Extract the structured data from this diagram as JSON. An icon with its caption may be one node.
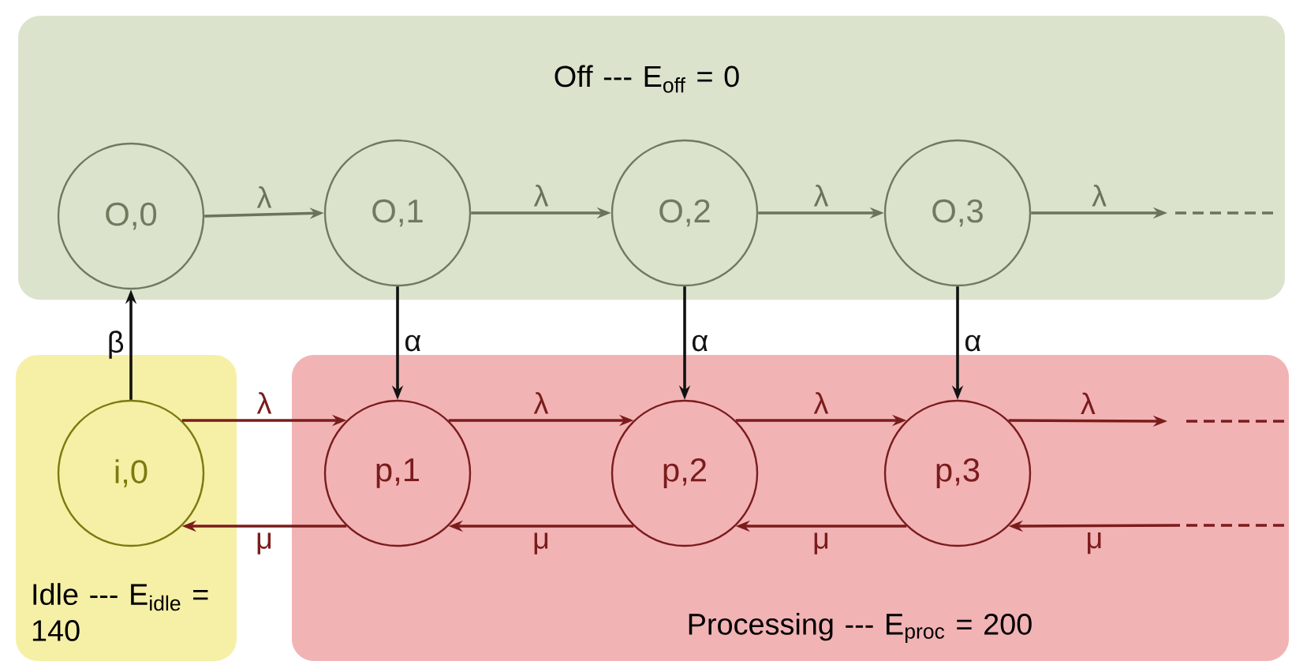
{
  "diagram": {
    "nodes": [
      {
        "text": [
          "Off --- E$_{off}$ = 0"
        ]
      },
      {
        "text": [
          "O,0"
        ],
        "in": 0
      },
      {
        "text": [
          "O,1"
        ],
        "in": 0
      },
      {
        "text": [
          "O,2"
        ],
        "in": 0
      },
      {
        "text": [
          "O,3"
        ],
        "in": 0
      },
      {
        "text": [
          "Idle --- E$_{idle}$ = 140"
        ]
      },
      {
        "text": [
          "i,0"
        ],
        "in": 5
      },
      {
        "text": [
          "Processing --- E$_{proc}$ = 200"
        ]
      },
      {
        "text": [
          "p,1"
        ],
        "in": 7
      },
      {
        "text": [
          "p,2"
        ],
        "in": 7
      },
      {
        "text": [
          "p,3"
        ],
        "in": 7
      }
    ],
    "edges": [
      {
        "from": 1,
        "to": 2,
        "arrow": "to",
        "label": "λ",
        "color": "#6b7458"
      },
      {
        "from": 2,
        "to": 3,
        "arrow": "to",
        "label": "λ",
        "color": "#6b7458"
      },
      {
        "from": 3,
        "to": 4,
        "arrow": "to",
        "label": "λ",
        "color": "#6b7458"
      },
      {
        "from": 4,
        "to": null,
        "arrow": "to",
        "label": "λ",
        "color": "#6b7458"
      },
      {
        "from": 6,
        "to": 1,
        "arrow": "to",
        "label": "β",
        "color": "#111111"
      },
      {
        "from": 2,
        "to": 8,
        "arrow": "to",
        "label": "α",
        "color": "#111111"
      },
      {
        "from": 3,
        "to": 9,
        "arrow": "to",
        "label": "α",
        "color": "#111111"
      },
      {
        "from": 4,
        "to": 10,
        "arrow": "to",
        "label": "α",
        "color": "#111111"
      },
      {
        "from": 6,
        "to": 8,
        "arrow": "to",
        "label": "λ"
      },
      {
        "from": 8,
        "to": 9,
        "arrow": "to",
        "label": "λ"
      },
      {
        "from": 9,
        "to": 10,
        "arrow": "to",
        "label": "λ"
      },
      {
        "from": 10,
        "to": null,
        "arrow": "to",
        "label": "λ"
      },
      {
        "from": 8,
        "to": 6,
        "arrow": "to",
        "label": "μ"
      },
      {
        "from": 9,
        "to": 8,
        "arrow": "to",
        "label": "μ"
      },
      {
        "from": 10,
        "to": 9,
        "arrow": "to",
        "label": "μ"
      },
      {
        "from": null,
        "to": 10,
        "arrow": "to",
        "label": "μ"
      }
    ]
  }
}
